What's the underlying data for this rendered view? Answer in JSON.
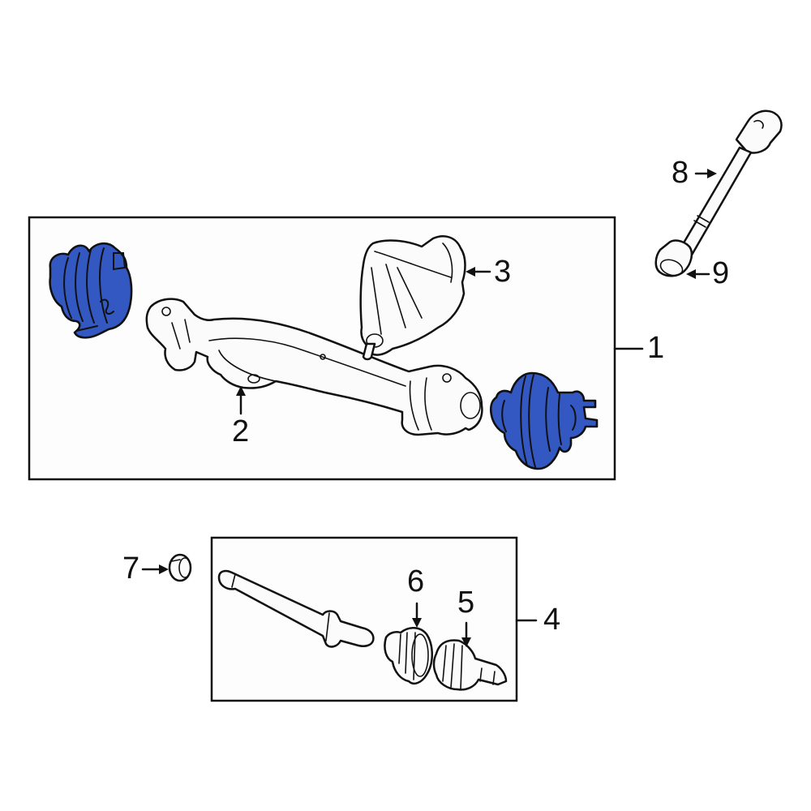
{
  "diagram": {
    "type": "exploded-parts-diagram",
    "highlight_color": "#3358c2",
    "outline_color": "#111111",
    "groups": [
      {
        "id": "group-1",
        "label": "1",
        "contains": [
          "2",
          "3",
          "hub-left",
          "hub-right"
        ]
      },
      {
        "id": "group-4",
        "label": "4",
        "contains": [
          "5",
          "6",
          "axle-shaft"
        ]
      }
    ],
    "callouts": [
      {
        "number": "1",
        "part": "front-axle-assembly"
      },
      {
        "number": "2",
        "part": "axle-housing"
      },
      {
        "number": "3",
        "part": "differential"
      },
      {
        "number": "4",
        "part": "axle-shaft-assembly"
      },
      {
        "number": "5",
        "part": "cv-joint"
      },
      {
        "number": "6",
        "part": "cv-boot"
      },
      {
        "number": "7",
        "part": "seal"
      },
      {
        "number": "8",
        "part": "drive-shaft"
      },
      {
        "number": "9",
        "part": "drive-shaft-flange"
      }
    ]
  }
}
